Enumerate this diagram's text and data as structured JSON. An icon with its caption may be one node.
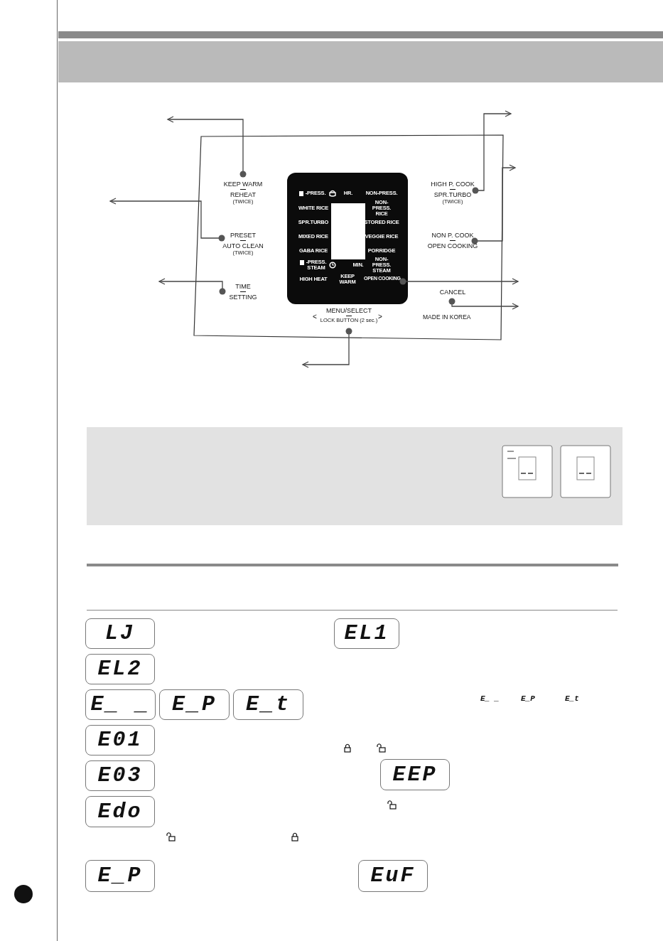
{
  "diagram": {
    "nodes": [
      {
        "text": [],
        "shape": "box"
      },
      {
        "text": [
          "KEEP WARM",
          "REHEAT",
          "(TWICE)"
        ],
        "in": 0
      },
      {
        "text": [
          "PRESET",
          "AUTO CLEAN",
          "(TWICE)"
        ],
        "in": 0
      },
      {
        "text": [
          "TIME",
          "SETTING"
        ],
        "in": 0
      },
      {
        "text": [
          "HIGH P. COOK",
          "SPR.TURBO",
          "(TWICE)"
        ],
        "in": 0
      },
      {
        "text": [
          "NON P. COOK",
          "OPEN COOKING"
        ],
        "in": 0
      },
      {
        "text": [
          "-PRESS.",
          "HR.",
          "NON-PRESS.",
          "WHITE RICE",
          "NON-PRESS. RICE",
          "SPR.TURBO",
          "STORED RICE",
          "MIXED RICE",
          "VEGGIE RICE",
          "GABA RICE",
          "PORRIDGE",
          "-PRESS. STEAM",
          "MIN.",
          "NON-PRESS. STEAM",
          "HIGH HEAT",
          "KEEP WARM"
        ],
        "in": 0
      },
      {
        "text": [
          "OPEN COOKING"
        ],
        "in": 6
      },
      {
        "text": [
          "CANCEL"
        ],
        "in": 0
      },
      {
        "text": [
          "MENU/SELECT",
          "LOCK BUTTON (2 sec.)"
        ],
        "in": 0
      },
      {
        "text": [
          "LJ"
        ]
      },
      {
        "text": [
          "EL1"
        ]
      },
      {
        "text": [
          "EL2"
        ]
      },
      {
        "text": [
          "E_ _"
        ]
      },
      {
        "text": [
          "E_P"
        ]
      },
      {
        "text": [
          "E_t"
        ]
      },
      {
        "text": [
          "E01"
        ]
      },
      {
        "text": [
          "E03"
        ]
      },
      {
        "text": [
          "EEP"
        ]
      },
      {
        "text": [
          "Edo"
        ]
      },
      {
        "text": [
          "E_P"
        ]
      },
      {
        "text": [
          "EuF"
        ]
      }
    ],
    "edges": [
      {
        "from": 1,
        "to": null,
        "arrow": "to"
      },
      {
        "from": 2,
        "to": null,
        "arrow": "to"
      },
      {
        "from": 3,
        "to": null,
        "arrow": "to"
      },
      {
        "from": 4,
        "to": null,
        "arrow": "to"
      },
      {
        "from": 5,
        "to": null,
        "arrow": "to"
      },
      {
        "from": 7,
        "to": null,
        "arrow": "to"
      },
      {
        "from": 8,
        "to": null,
        "arrow": "to"
      },
      {
        "from": 9,
        "to": null,
        "arrow": "to"
      }
    ],
    "labels": [
      "<",
      ">",
      "MADE IN KOREA",
      "E_ _",
      "E_P",
      "E_t"
    ]
  }
}
